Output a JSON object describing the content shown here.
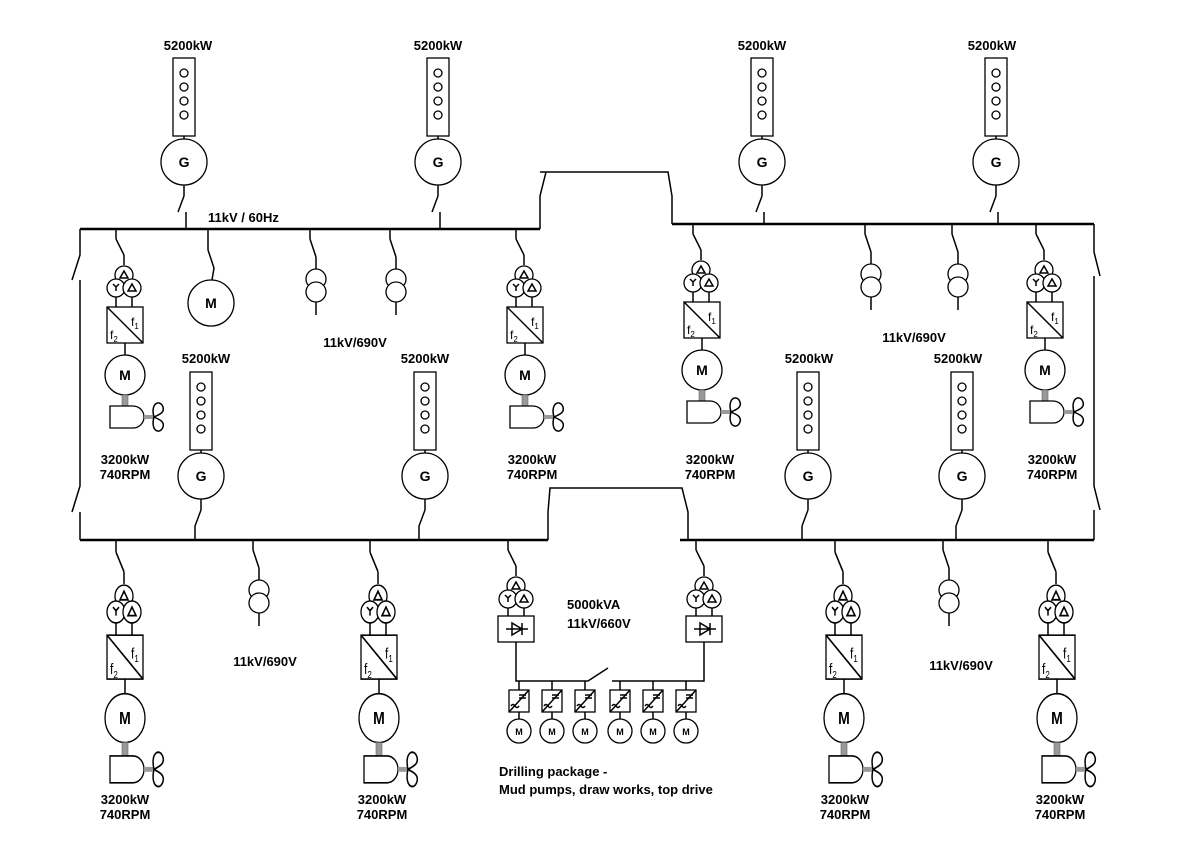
{
  "labels": {
    "gen_rating": "5200kW",
    "bus_rating": "11kV / 60Hz",
    "lv_transformer": "11kV/690V",
    "thruster_power": "3200kW",
    "thruster_speed": "740RPM",
    "drill_transformer_rating": "5000kVA",
    "drill_transformer_voltage": "11kV/660V",
    "drilling_title": "Drilling package -",
    "drilling_desc": "Mud pumps, draw works, top drive",
    "generator_symbol": "G",
    "motor_symbol": "M",
    "freq_in": "f",
    "freq_out": "f",
    "freq_in_sub": "1",
    "freq_out_sub": "2"
  }
}
